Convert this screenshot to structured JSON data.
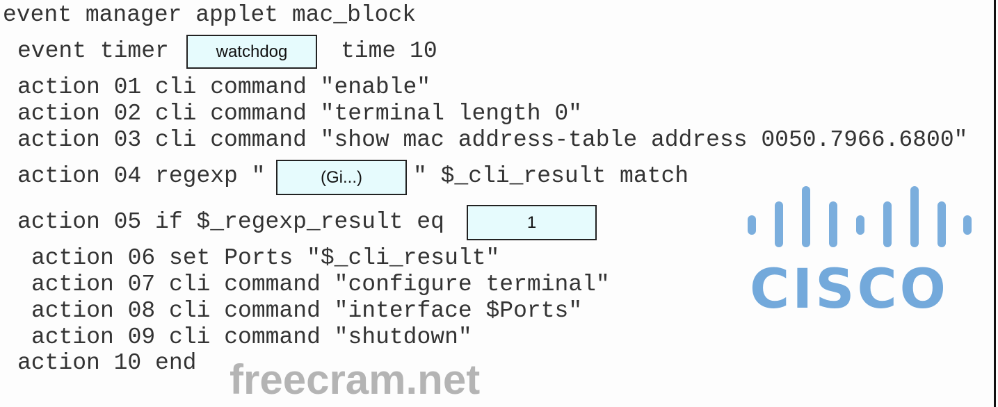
{
  "code": {
    "line1": "event manager applet mac_block",
    "line2_pre": "event timer",
    "line2_blank": "watchdog",
    "line2_post": "time 10",
    "action01": "action 01 cli command \"enable\"",
    "action02": "action 02 cli command \"terminal length 0\"",
    "action03": "action 03 cli command \"show mac address-table address 0050.7966.6800\"",
    "action04_pre": "action 04 regexp \"",
    "action04_blank": "(Gi...)",
    "action04_post": "\" $_cli_result match",
    "action05_pre": "action 05 if $_regexp_result eq",
    "action05_blank": "1",
    "action06": "action 06 set Ports \"$_cli_result\"",
    "action07": "action 07 cli command \"configure terminal\"",
    "action08": "action 08 cli command \"interface $Ports\"",
    "action09": "action 09 cli command \"shutdown\"",
    "action10": "action 10 end"
  },
  "watermark": "freecram.net",
  "logo": "CISCO",
  "colors": {
    "box_fill": "#e6fbfd",
    "logo_blue": "#64a0d7"
  }
}
